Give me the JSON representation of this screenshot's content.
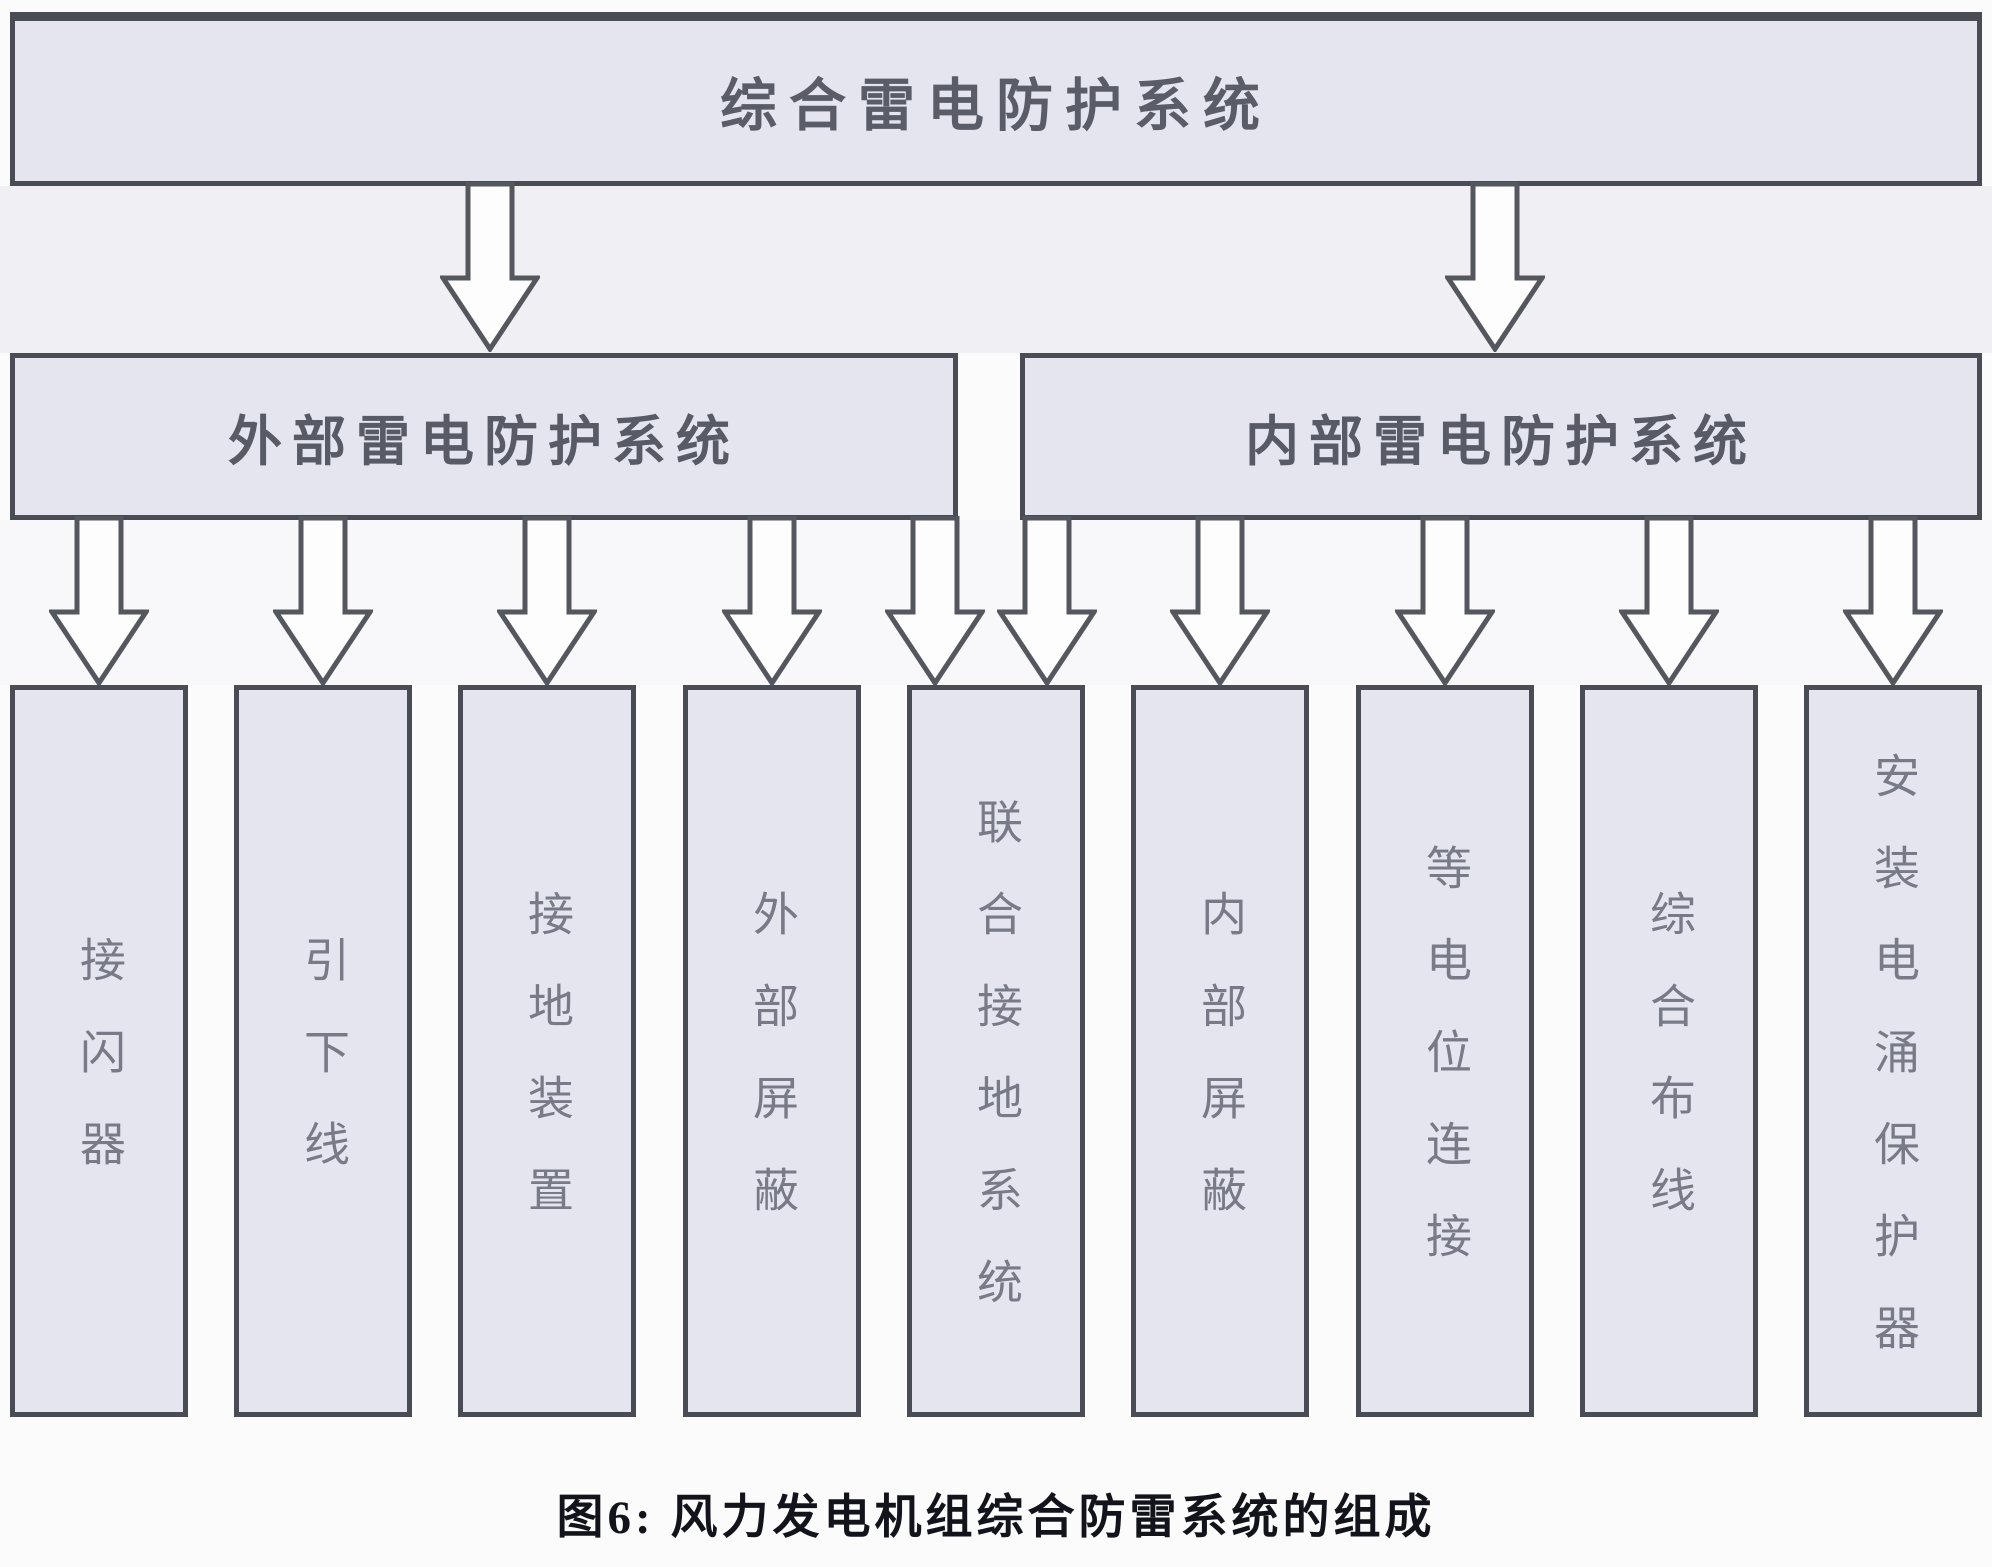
{
  "root": {
    "label": "综合雷电防护系统"
  },
  "branches": {
    "external": {
      "label": "外部雷电防护系统"
    },
    "internal": {
      "label": "内部雷电防护系统"
    }
  },
  "leaves": [
    {
      "label": "接闪器",
      "parent": "external"
    },
    {
      "label": "引下线",
      "parent": "external"
    },
    {
      "label": "接地装置",
      "parent": "external"
    },
    {
      "label": "外部屏蔽",
      "parent": "external"
    },
    {
      "label": "联合接地系统",
      "parent": "external+internal"
    },
    {
      "label": "内部屏蔽",
      "parent": "internal"
    },
    {
      "label": "等电位连接",
      "parent": "internal"
    },
    {
      "label": "综合布线",
      "parent": "internal"
    },
    {
      "label": "安装电涌保护器",
      "parent": "internal"
    }
  ],
  "caption": "图6: 风力发电机组综合防雷系统的组成",
  "palette": {
    "background": "#fbfbfc",
    "node_fill": "#e4e5ef",
    "node_border": "#494b55",
    "arrow_fill": "#fdfdfe",
    "arrow_outline": "#55575f",
    "root_text": "#5a5d68",
    "branch_text": "#585b66",
    "leaf_text": "#787b87",
    "caption_text": "#13131b"
  }
}
